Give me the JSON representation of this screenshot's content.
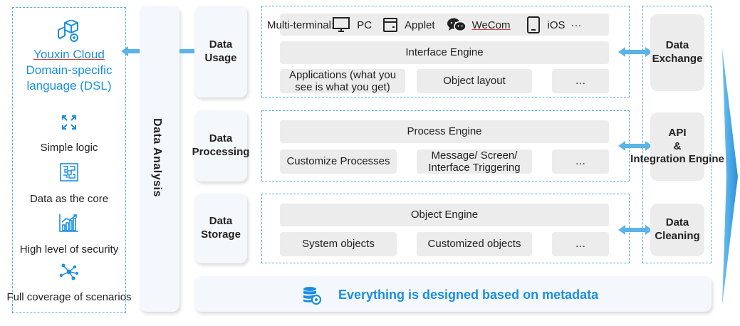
{
  "left_panel": {
    "title_line1": "Youxin Cloud",
    "title_line2": "Domain-specific",
    "title_line3": "language (DSL)",
    "features": [
      {
        "label": "Simple logic",
        "icon": "expand-arrows-icon"
      },
      {
        "label": "Data as the core",
        "icon": "circuit-icon"
      },
      {
        "label": "High level of security",
        "icon": "bar-chart-icon"
      },
      {
        "label": "Full coverage of scenarios",
        "icon": "network-nodes-icon"
      }
    ]
  },
  "analysis_column": {
    "label": "Data Analysis"
  },
  "layers": {
    "usage": {
      "label_line1": "Data",
      "label_line2": "Usage"
    },
    "processing": {
      "label_line1": "Data",
      "label_line2": "Processing"
    },
    "storage": {
      "label_line1": "Data",
      "label_line2": "Storage"
    }
  },
  "usage_block": {
    "terminal_prefix": "Multi-terminal:",
    "terminals": [
      "PC",
      "Applet",
      "WeCom",
      "iOS"
    ],
    "terminal_more": "···",
    "engine": "Interface Engine",
    "apps_line1": "Applications (what you",
    "apps_line2": "see is what you get)",
    "object_layout": "Object layout",
    "more": "…"
  },
  "processing_block": {
    "engine": "Process Engine",
    "customize": "Customize Processes",
    "trigger_line1": "Message/ Screen/",
    "trigger_line2": "Interface Triggering",
    "more": "…"
  },
  "storage_block": {
    "engine": "Object Engine",
    "system": "System objects",
    "customized": "Customized objects",
    "more": "…"
  },
  "right_panel": {
    "exchange_line1": "Data",
    "exchange_line2": "Exchange",
    "api_line1": "API",
    "api_line2": "&",
    "api_line3": "Integration Engine",
    "cleaning_line1": "Data",
    "cleaning_line2": "Cleaning"
  },
  "footer": {
    "text": "Everything is designed based on metadata",
    "icon": "database-gear-icon"
  },
  "colors": {
    "accent": "#1a8fe0",
    "dash": "#5aaee0",
    "box": "#ececec",
    "arrow": "#5ab4ea"
  }
}
